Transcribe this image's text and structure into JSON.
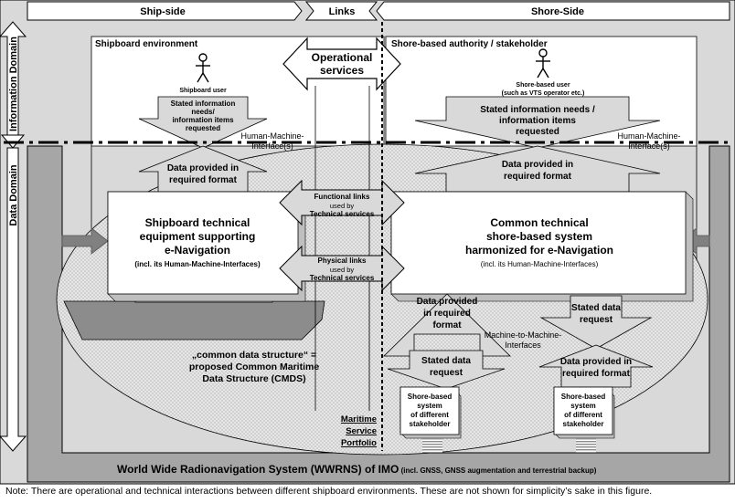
{
  "colors": {
    "background_panel": "#d9d9d9",
    "wwrns_bar": "#a6a6a6",
    "ellipse_fill": "#e3e3e3",
    "box_fill": "#ffffff",
    "arrow_fill": "#d9d9d9",
    "dark_arrow": "#808080",
    "ship_hull": "#8c8c8c"
  },
  "header": {
    "ship_side": "Ship-side",
    "links": "Links",
    "shore_side": "Shore-Side"
  },
  "domains": {
    "information": "Information Domain",
    "data": "Data Domain"
  },
  "ship": {
    "environment": "Shipboard environment",
    "user": "Shipboard user",
    "needs": [
      "Stated information",
      "needs/",
      "information items",
      "requested"
    ],
    "data_provided": [
      "Data provided in",
      "required format"
    ],
    "equipment_title": [
      "Shipboard technical",
      "equipment supporting",
      "e-Navigation"
    ],
    "equipment_sub": "(incl. its Human-Machine-Interfaces)"
  },
  "shore": {
    "authority": "Shore-based authority / stakeholder",
    "user": "Shore-based user",
    "user_sub": "(such as VTS operator etc.)",
    "needs": [
      "Stated information needs /",
      "information items",
      "requested"
    ],
    "data_provided": [
      "Data provided in",
      "required format"
    ],
    "system_title": [
      "Common technical",
      "shore-based system",
      "harmonized for e-Navigation"
    ],
    "system_sub": "(incl. its Human-Machine-Interfaces)",
    "m2m_label": [
      "Machine-to-Machine-",
      "Interfaces"
    ],
    "left_up": [
      "Data provided",
      "in required",
      "format"
    ],
    "right_down": [
      "Stated data",
      "request"
    ],
    "left_bottom": [
      "Stated data",
      "request"
    ],
    "right_bottom": [
      "Data provided in",
      "required format"
    ],
    "stakeholder_left": [
      "Shore-based",
      "system",
      "of different",
      "stakeholder"
    ],
    "stakeholder_right": [
      "Shore-based",
      "system",
      "of different",
      "stakeholder"
    ]
  },
  "hmi_left": [
    "Human-Machine-",
    "Interface(s)"
  ],
  "hmi_right": [
    "Human-Machine-",
    "Interface(s)"
  ],
  "links": {
    "operational": [
      "Operational",
      "services"
    ],
    "functional": [
      "Functional links",
      "used by",
      "Technical services"
    ],
    "physical": [
      "Physical links",
      "used by",
      "Technical services"
    ]
  },
  "cmds": [
    "„common data structure“ =",
    "proposed Common Maritime",
    "Data Structure (CMDS)"
  ],
  "msp": [
    "Maritime",
    "Service",
    "Portfolio"
  ],
  "wwrns": {
    "main": "World Wide Radionavigation System (WWRNS) of IMO",
    "sub": " (incl. GNSS, GNSS augmentation and terrestrial backup)"
  },
  "note": "Note: There are operational and technical interactions between different shipboard environments. These are not shown for simplicity’s sake in this figure."
}
